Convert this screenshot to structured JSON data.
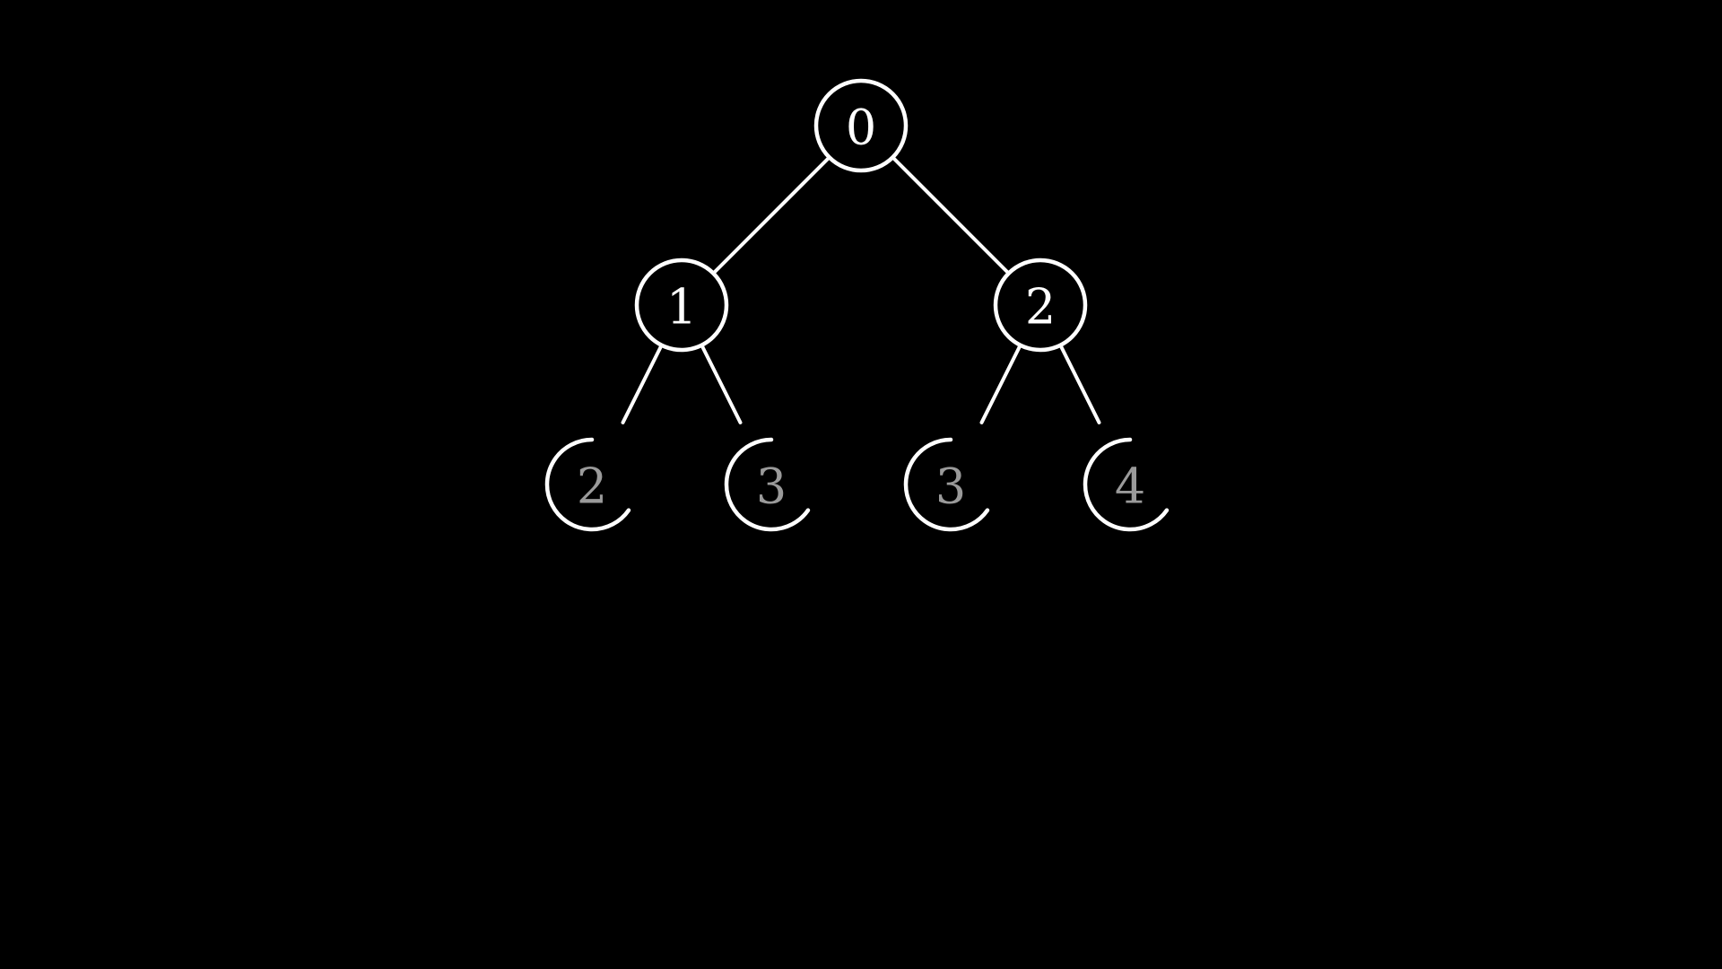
{
  "colors": {
    "background": "#000000",
    "stroke": "#ffffff",
    "label_complete": "#ffffff",
    "label_in_progress": "#9a9a9a"
  },
  "tree": {
    "nodes": [
      {
        "id": "root",
        "label": "0",
        "level": 0,
        "state": "complete"
      },
      {
        "id": "left",
        "label": "1",
        "level": 1,
        "state": "complete"
      },
      {
        "id": "right",
        "label": "2",
        "level": 1,
        "state": "complete"
      },
      {
        "id": "left-left",
        "label": "2",
        "level": 2,
        "state": "in-progress"
      },
      {
        "id": "left-right",
        "label": "3",
        "level": 2,
        "state": "in-progress"
      },
      {
        "id": "right-left",
        "label": "3",
        "level": 2,
        "state": "in-progress"
      },
      {
        "id": "right-right",
        "label": "4",
        "level": 2,
        "state": "in-progress"
      }
    ],
    "edges": [
      {
        "from": "root",
        "to": "left",
        "state": "complete"
      },
      {
        "from": "root",
        "to": "right",
        "state": "complete"
      },
      {
        "from": "left",
        "to": "left-left",
        "state": "partial"
      },
      {
        "from": "left",
        "to": "left-right",
        "state": "partial"
      },
      {
        "from": "right",
        "to": "right-left",
        "state": "partial"
      },
      {
        "from": "right",
        "to": "right-right",
        "state": "partial"
      }
    ]
  }
}
